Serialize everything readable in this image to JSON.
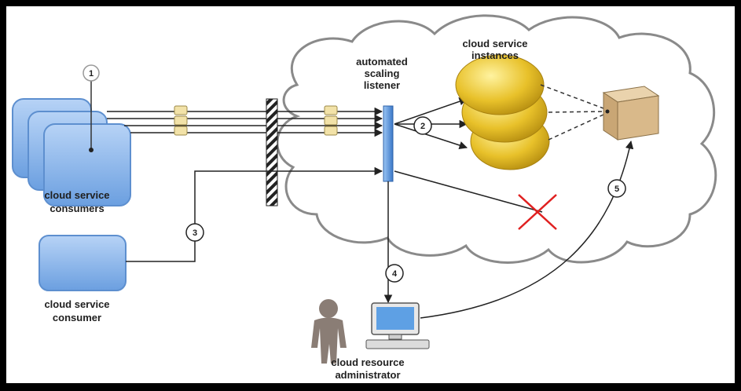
{
  "labels": {
    "consumers_line1": "cloud service",
    "consumers_line2": "consumers",
    "consumer_line1": "cloud service",
    "consumer_line2": "consumer",
    "listener_line1": "automated",
    "listener_line2": "scaling",
    "listener_line3": "listener",
    "instances_line1": "cloud service",
    "instances_line2": "instances",
    "admin_line1": "cloud resource",
    "admin_line2": "administrator"
  },
  "steps": [
    "1",
    "2",
    "3",
    "4",
    "5"
  ],
  "colors": {
    "frame": "#000000",
    "background": "#ffffff",
    "cloud_stroke": "#8a8a8a",
    "consumer_fill": "#8fb9ec",
    "consumer_stroke": "#5d8fcf",
    "listener_fill": "#4f90d8",
    "instance_fill": "#e8c12a",
    "server_fill": "#d9b98a",
    "reject_mark": "#e02020"
  }
}
